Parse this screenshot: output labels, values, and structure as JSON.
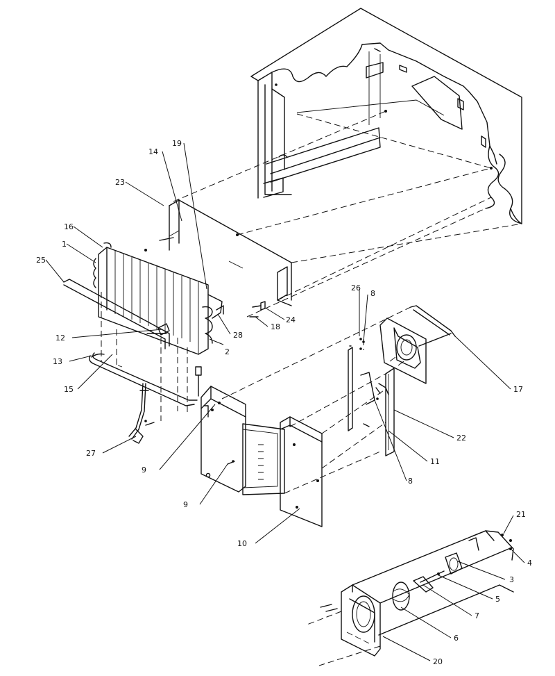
{
  "callouts": [
    {
      "id": "c1",
      "label": "1"
    },
    {
      "id": "c2",
      "label": "2"
    },
    {
      "id": "c3",
      "label": "3"
    },
    {
      "id": "c4",
      "label": "4"
    },
    {
      "id": "c5",
      "label": "5"
    },
    {
      "id": "c6",
      "label": "6"
    },
    {
      "id": "c7",
      "label": "7"
    },
    {
      "id": "c8a",
      "label": "8"
    },
    {
      "id": "c8b",
      "label": "8"
    },
    {
      "id": "c9a",
      "label": "9"
    },
    {
      "id": "c9b",
      "label": "9"
    },
    {
      "id": "c10",
      "label": "10"
    },
    {
      "id": "c11",
      "label": "11"
    },
    {
      "id": "c12",
      "label": "12"
    },
    {
      "id": "c13",
      "label": "13"
    },
    {
      "id": "c14",
      "label": "14"
    },
    {
      "id": "c15",
      "label": "15"
    },
    {
      "id": "c16",
      "label": "16"
    },
    {
      "id": "c17",
      "label": "17"
    },
    {
      "id": "c18",
      "label": "18"
    },
    {
      "id": "c19",
      "label": "19"
    },
    {
      "id": "c20",
      "label": "20"
    },
    {
      "id": "c21",
      "label": "21"
    },
    {
      "id": "c22",
      "label": "22"
    },
    {
      "id": "c23",
      "label": "23"
    },
    {
      "id": "c24",
      "label": "24"
    },
    {
      "id": "c25",
      "label": "25"
    },
    {
      "id": "c26",
      "label": "26"
    },
    {
      "id": "c27",
      "label": "27"
    },
    {
      "id": "c28",
      "label": "28"
    }
  ]
}
